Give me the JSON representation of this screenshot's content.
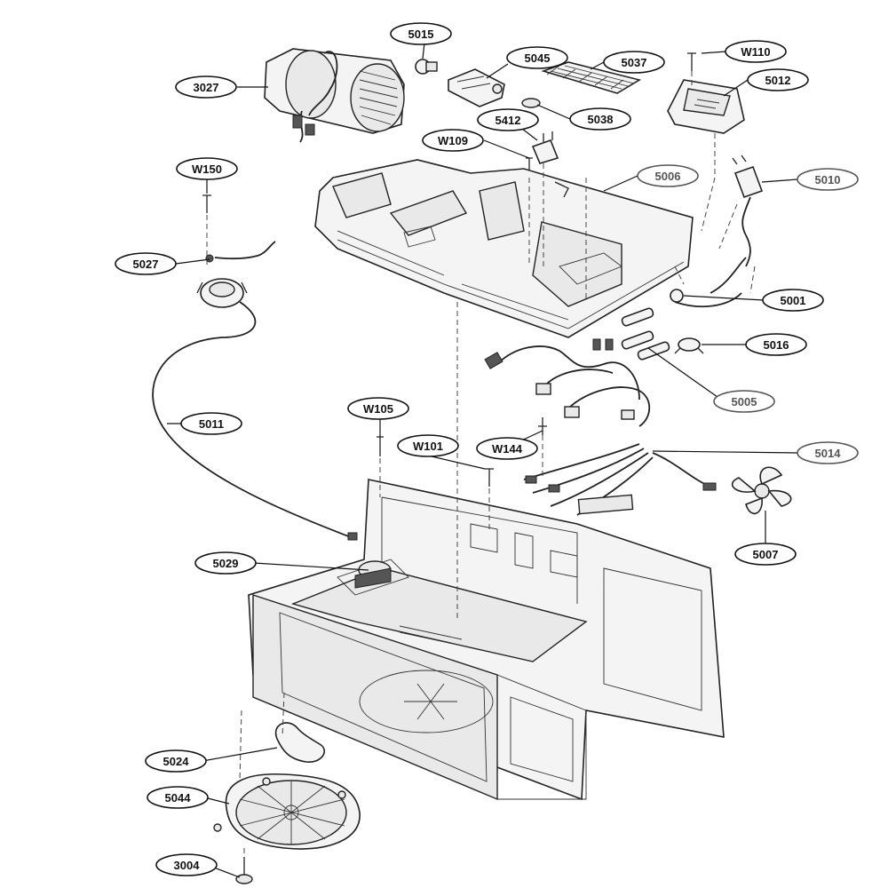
{
  "labels": {
    "p3027": "3027",
    "p5015": "5015",
    "p5045": "5045",
    "p5037": "5037",
    "w110": "W110",
    "p5012": "5012",
    "p5038": "5038",
    "p5412": "5412",
    "w109": "W109",
    "p5006": "5006",
    "p5010": "5010",
    "w150": "W150",
    "p5027": "5027",
    "p5001": "5001",
    "p5016": "5016",
    "p5005": "5005",
    "p5011": "5011",
    "w105": "W105",
    "w101": "W101",
    "w144": "W144",
    "p5014": "5014",
    "p5007": "5007",
    "p5029": "5029",
    "p5024": "5024",
    "p5044": "5044",
    "p3004": "3004"
  }
}
